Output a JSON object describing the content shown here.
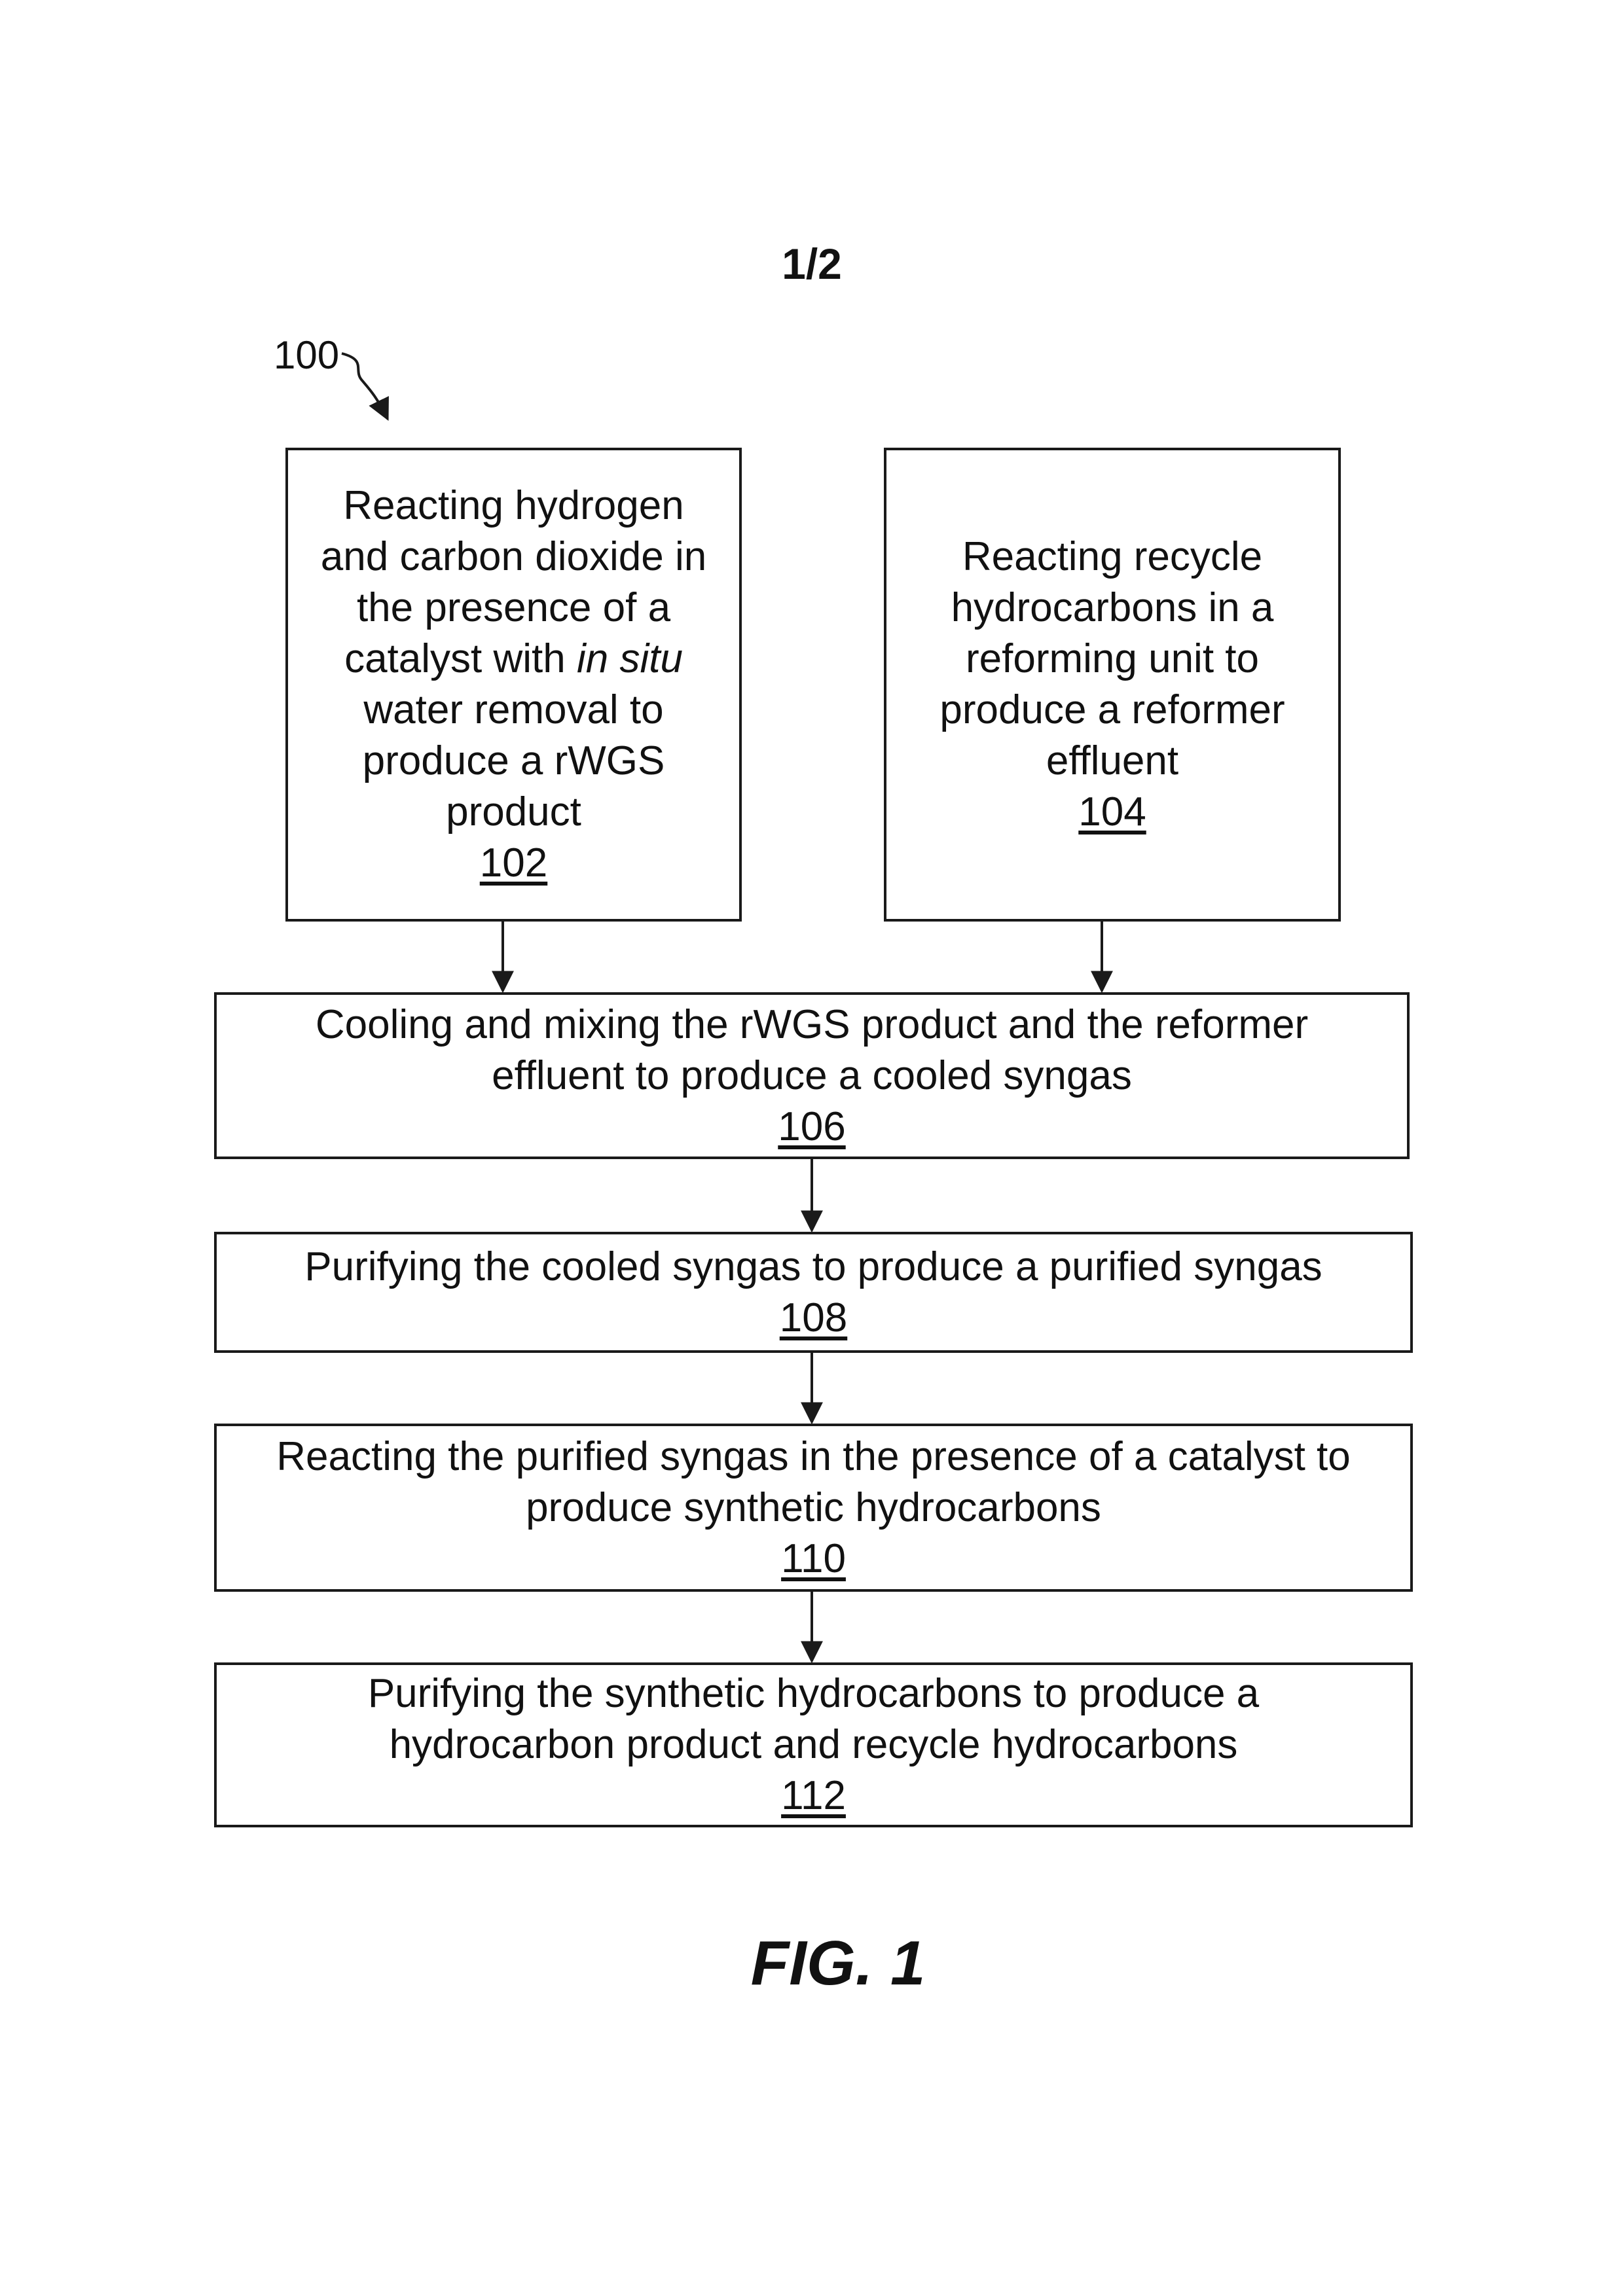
{
  "sheet": "1/2",
  "reference_numeral": "100",
  "figure_label": "FIG. 1",
  "steps": {
    "s102": {
      "lines": [
        "Reacting hydrogen",
        "and carbon dioxide in",
        "the presence of a",
        "catalyst with ",
        "water removal to",
        "produce a rWGS",
        "product"
      ],
      "italic": "in situ",
      "number": "102"
    },
    "s104": {
      "lines": [
        "Reacting recycle",
        "hydrocarbons in a",
        "reforming unit to",
        "produce a reformer",
        "effluent"
      ],
      "number": "104"
    },
    "s106": {
      "lines": [
        "Cooling and mixing the rWGS product and the reformer",
        "effluent to produce a cooled syngas"
      ],
      "number": "106"
    },
    "s108": {
      "lines": [
        "Purifying the cooled syngas to produce a purified syngas"
      ],
      "number": "108"
    },
    "s110": {
      "lines": [
        "Reacting the purified syngas in the presence of a catalyst to",
        "produce synthetic hydrocarbons"
      ],
      "number": "110"
    },
    "s112": {
      "lines": [
        "Purifying the synthetic hydrocarbons to produce a",
        "hydrocarbon product and recycle hydrocarbons"
      ],
      "number": "112"
    }
  }
}
